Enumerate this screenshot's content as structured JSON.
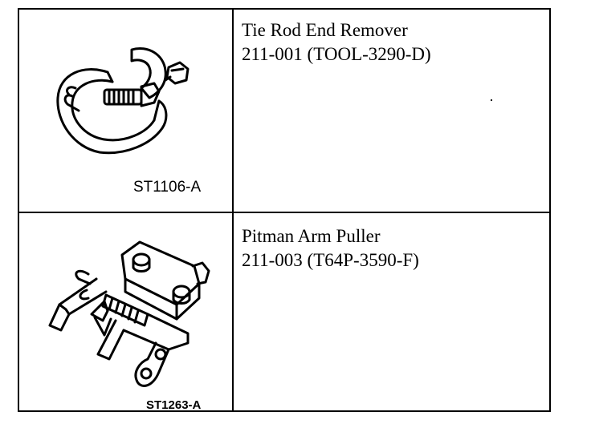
{
  "tools": [
    {
      "name": "Tie Rod End Remover",
      "number": "211-001 (TOOL-3290-D)",
      "figure_id": "ST1106-A",
      "icon": "tie-rod-end-remover-icon"
    },
    {
      "name": "Pitman Arm Puller",
      "number": "211-003 (T64P-3590-F)",
      "figure_id": "ST1263-A",
      "icon": "pitman-arm-puller-icon"
    }
  ]
}
